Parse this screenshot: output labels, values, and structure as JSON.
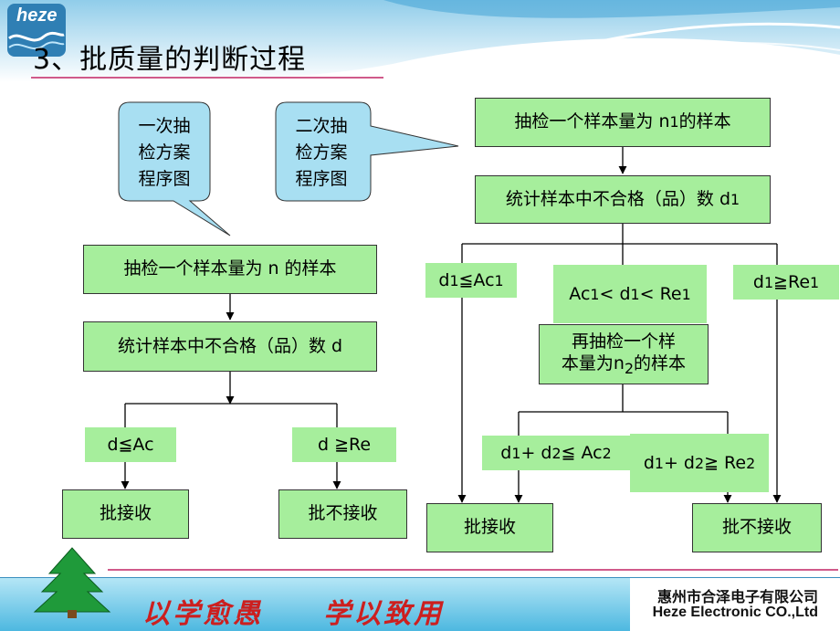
{
  "header": {
    "logo": "heze",
    "title": "3、批质量的判断过程"
  },
  "callouts": {
    "single": [
      "一次抽",
      "检方案",
      "程序图"
    ],
    "double": [
      "二次抽",
      "检方案",
      "程序图"
    ]
  },
  "single_plan": {
    "step1": "抽检一个样本量为 n 的样本",
    "step2": "统计样本中不合格（品）数 d",
    "accept_condition": "d≦Ac",
    "reject_condition": "d ≧Re",
    "accept_result": "批接收",
    "reject_result": "批不接收"
  },
  "double_plan": {
    "step1": {
      "text": "抽检一个样本量为 n",
      "sub": "1",
      "tail": "的样本"
    },
    "step2": {
      "text": "统计样本中不合格（品）数 d",
      "sub": "1"
    },
    "accept1": {
      "a": "d",
      "a_sub": "1",
      "op": "≦Ac",
      "b_sub": "1"
    },
    "middle": {
      "a": "Ac",
      "a_sub": "1",
      "op1": " < d",
      "b_sub": "1",
      "op2": " < Re",
      "c_sub": "1"
    },
    "reject1": {
      "a": "d",
      "a_sub": "1",
      "op": " ≧Re",
      "b_sub": "1"
    },
    "step3_line1": "再抽检一个样",
    "step3_line2": {
      "text": "本量为n",
      "sub": "2",
      "tail": "的样本"
    },
    "accept2": {
      "a": "d",
      "a_sub": "1",
      "op1": " + d",
      "b_sub": "2",
      "op2": " ≦ Ac",
      "c_sub": "2"
    },
    "reject2": {
      "a": "d",
      "a_sub": "1",
      "op1": " + d",
      "b_sub": "2",
      "op2": "≧ Re",
      "c_sub": "2"
    },
    "accept_result": "批接收",
    "reject_result": "批不接收"
  },
  "footer": {
    "slogan": "以学愈愚　　学以致用",
    "company_cn": "惠州市合泽电子有限公司",
    "company_en": "Heze Electronic CO.,Ltd"
  },
  "colors": {
    "box_fill": "#a6ee9c",
    "callout_fill": "#a8dff2",
    "footer_bar": "#5ec9e8",
    "slogan": "#cc1f1f",
    "accent_line": "#d05a8a"
  }
}
